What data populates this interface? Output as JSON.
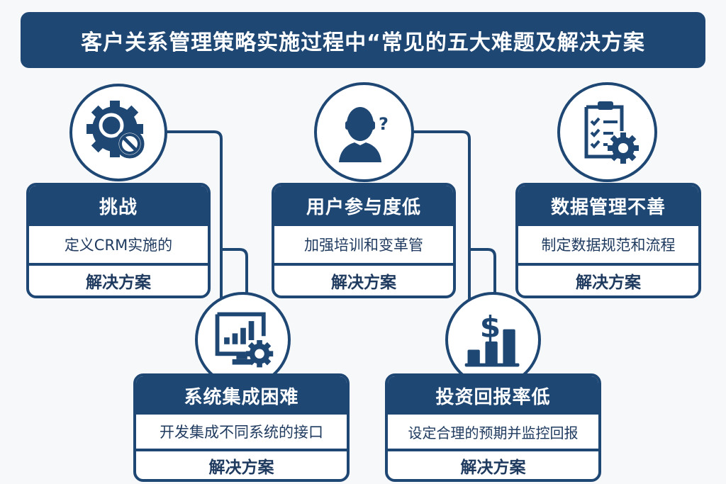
{
  "title": "客户关系管理策略实施过程中“常见的五大难题及解决方案",
  "colors": {
    "primary": "#1f4774",
    "background": "#f7f8fa",
    "text_dark": "#1f3a5f",
    "white": "#ffffff"
  },
  "cards": [
    {
      "icon": "gear-prohibited-icon",
      "heading": "挑战",
      "description": "定义CRM实施的",
      "solution_label": "解决方案"
    },
    {
      "icon": "user-question-icon",
      "heading": "用户参与度低",
      "description": "加强培训和变革管",
      "solution_label": "解决方案"
    },
    {
      "icon": "clipboard-gear-icon",
      "heading": "数据管理不善",
      "description": "制定数据规范和流程",
      "solution_label": "解决方案"
    },
    {
      "icon": "monitor-chart-gear-icon",
      "heading": "系统集成困难",
      "description": "开发集成不同系统的接口",
      "solution_label": "解决方案"
    },
    {
      "icon": "dollar-bar-chart-icon",
      "heading": "投资回报率低",
      "description": "设定合理的预期并监控回报",
      "solution_label": "解决方案"
    }
  ]
}
